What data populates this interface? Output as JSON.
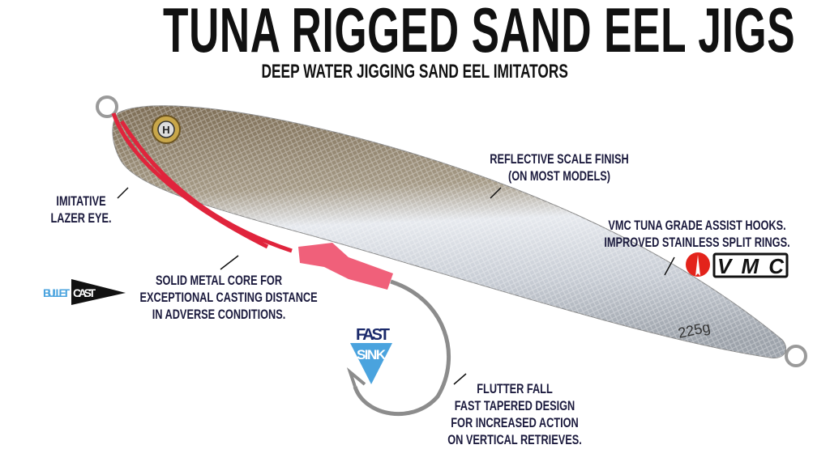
{
  "title": "TUNA RIGGED SAND EEL JIGS",
  "subtitle": "DEEP WATER JIGGING SAND EEL IMITATORS",
  "callouts": {
    "scale_finish": [
      "REFLECTIVE SCALE FINISH",
      "(ON MOST MODELS)"
    ],
    "eye": [
      "IMITATIVE",
      "LAZER EYE."
    ],
    "hooks": [
      "VMC TUNA GRADE ASSIST HOOKS.",
      "IMPROVED STAINLESS SPLIT RINGS."
    ],
    "core": [
      "SOLID METAL CORE FOR",
      "EXCEPTIONAL CASTING DISTANCE",
      "IN ADVERSE CONDITIONS."
    ],
    "flutter": [
      "FLUTTER FALL",
      "FAST TAPERED DESIGN",
      "FOR INCREASED ACTION",
      "ON VERTICAL RETRIEVES."
    ]
  },
  "badges": {
    "bullet_cast": {
      "word1": "BULLET",
      "word2": "CAST"
    },
    "fast_sink": {
      "word1": "FAST",
      "word2": "SINK"
    },
    "vmc": {
      "text": "VMC",
      "color": "#e3231b"
    }
  },
  "lure": {
    "weight_mark": "225g",
    "eye_letter": "H"
  },
  "colors": {
    "text": "#1b1a3d",
    "cord": "#e0243c",
    "tube": "#f0607a",
    "sink_blue": "#4aa3de"
  }
}
